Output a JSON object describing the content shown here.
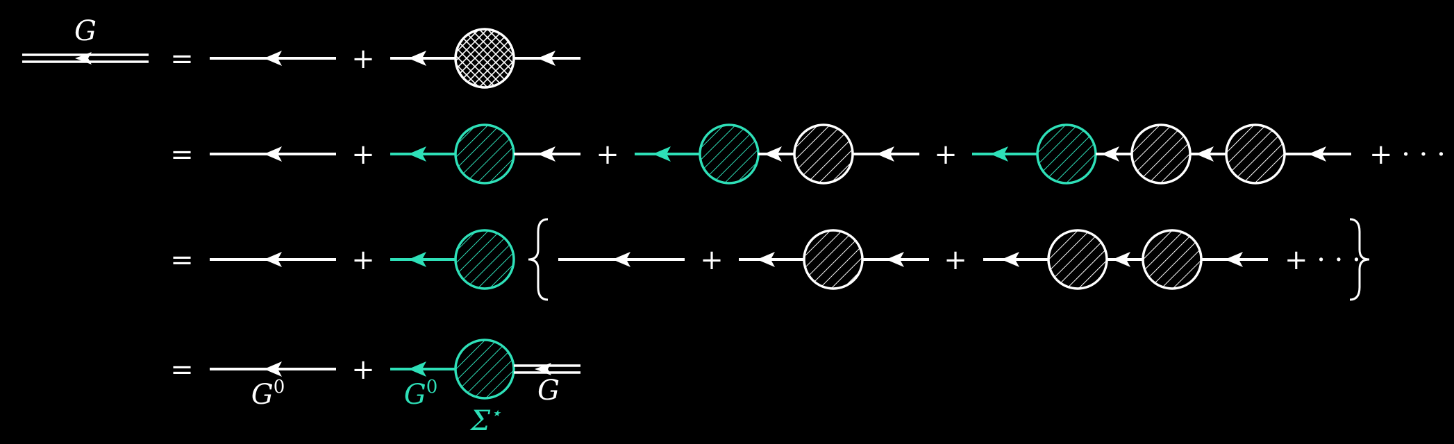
{
  "colors": {
    "background": "#000000",
    "line": "#ffffff",
    "accent": "#2ee0b8"
  },
  "labels": {
    "G_full": "G",
    "G0_bare": "G",
    "G0_bare_sup": "0",
    "G0_accent": "G",
    "G0_accent_sup": "0",
    "G_right": "G",
    "sigma": "Σ",
    "sigma_sup": "⋆"
  },
  "ops": {
    "equals": "=",
    "plus": "+",
    "plus_ellipsis": "+ · · ·",
    "ellipsis": "+ · · ·"
  },
  "rows": [
    {
      "id": "row1",
      "terms": [
        "G (double line)",
        "=",
        "G0",
        "+",
        "G0 — full vertex — G0"
      ]
    },
    {
      "id": "row2",
      "terms": [
        "=",
        "G0",
        "+",
        "G0 Σ* G0",
        "+",
        "G0 Σ* Σ* G0",
        "+",
        "G0 Σ* Σ* Σ* G0",
        "+ ···"
      ]
    },
    {
      "id": "row3",
      "terms": [
        "=",
        "G0",
        "+",
        "G0 Σ*",
        "{",
        "G0",
        "+",
        "G0 Σ* G0",
        "+",
        "G0 Σ* Σ* G0",
        "+ ···",
        "}"
      ]
    },
    {
      "id": "row4",
      "terms": [
        "=",
        "G0",
        "+",
        "G0 Σ* G"
      ]
    }
  ]
}
